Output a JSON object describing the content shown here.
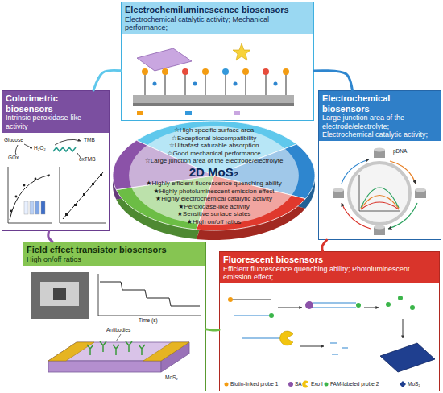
{
  "diagram": {
    "nodes": [
      {
        "text": [
          "Electrochemiluminescence biosensors",
          "Electrochemical catalytic activity; Mechanical performance;"
        ]
      },
      {
        "text": [
          "Colorimetric biosensors",
          "Intrinsic peroxidase-like activity"
        ]
      },
      {
        "text": [
          "Electrochemical biosensors",
          "Large junction area of the electrode/electrolyte; Electrochemical catalytic activity;"
        ]
      },
      {
        "text": [
          "☆High specific surface area",
          "☆Exceptional biocompatibility",
          "☆Ultrafast saturable absorption",
          "☆Good mechanical performance",
          "☆Large junction area of the electrode/electrolyte",
          "2D MoS₂",
          "★Highly efficient fluorescence quenching ability",
          "★Highly photoluminescent emission effect",
          "★Highly electrochemical catalytic activity",
          "★Peroxidase-like activity",
          "★Sensitive surface states",
          "★High on/off ratios"
        ]
      },
      {
        "text": [
          "Field effect transistor biosensors",
          "High on/off ratios"
        ]
      },
      {
        "text": [
          "Fluorescent biosensors",
          "Efficient fluorescence quenching ability; Photoluminescent emission effect;"
        ]
      }
    ],
    "edges": [
      {
        "from": 0,
        "to": 2,
        "arrow": "none"
      },
      {
        "from": 2,
        "to": 5,
        "arrow": "none"
      },
      {
        "from": 5,
        "to": 4,
        "arrow": "none"
      },
      {
        "from": 4,
        "to": 1,
        "arrow": "none"
      },
      {
        "from": 1,
        "to": 0,
        "arrow": "none"
      }
    ],
    "labels": [
      "Glucose",
      "TMB",
      "H₂O₂",
      "GOx",
      "oxTMB",
      "pDNA",
      "Antibodies",
      "Time (s)",
      "MoS₂",
      "Biotin-linked probe 1",
      "SA",
      "Exo I",
      "FAM-labeled probe 2",
      "MoS₂"
    ]
  }
}
